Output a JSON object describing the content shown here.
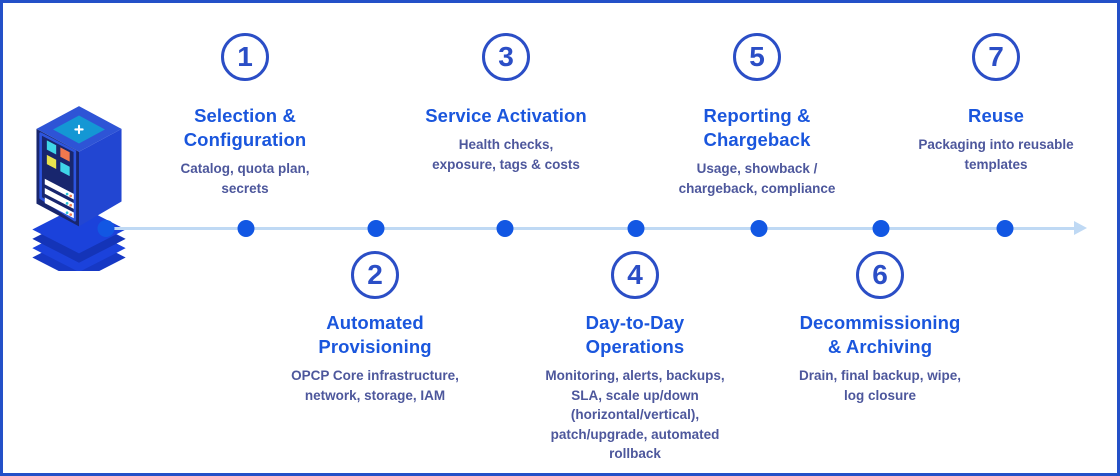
{
  "diagram": {
    "type": "lifecycle-timeline",
    "direction": "left-to-right",
    "server_icon": "server-tower-icon",
    "timeline": {
      "dot_count": 8,
      "arrow_end": "right"
    }
  },
  "colors": {
    "border": "#2350c8",
    "background": "#ffffff",
    "step_title": "#1a56dd",
    "circle_and_number": "#2b4ec6",
    "subtitle": "#4d579c",
    "timeline_line": "#bfd9f4",
    "timeline_dot": "#1257e3"
  },
  "steps": [
    {
      "number": "1",
      "position": "above",
      "title": "Selection &\nConfiguration",
      "subtitle": "Catalog, quota plan,\nsecrets"
    },
    {
      "number": "2",
      "position": "below",
      "title": "Automated\nProvisioning",
      "subtitle": "OPCP Core infrastructure,\nnetwork, storage, IAM"
    },
    {
      "number": "3",
      "position": "above",
      "title": "Service Activation",
      "subtitle": "Health checks,\nexposure, tags & costs"
    },
    {
      "number": "4",
      "position": "below",
      "title": "Day-to-Day\nOperations",
      "subtitle": "Monitoring, alerts, backups,\nSLA, scale up/down\n(horizontal/vertical),\npatch/upgrade, automated\nrollback"
    },
    {
      "number": "5",
      "position": "above",
      "title": "Reporting &\nChargeback",
      "subtitle": "Usage, showback /\nchargeback, compliance"
    },
    {
      "number": "6",
      "position": "below",
      "title": "Decommissioning\n& Archiving",
      "subtitle": "Drain, final backup, wipe,\nlog closure"
    },
    {
      "number": "7",
      "position": "above",
      "title": "Reuse",
      "subtitle": "Packaging into reusable\ntemplates"
    }
  ]
}
